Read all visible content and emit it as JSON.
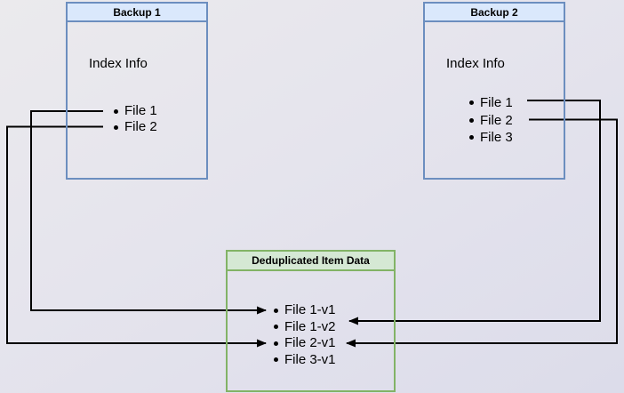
{
  "backup1": {
    "title": "Backup 1",
    "section_label": "Index Info",
    "items": [
      "File 1",
      "File 2"
    ]
  },
  "backup2": {
    "title": "Backup 2",
    "section_label": "Index Info",
    "items": [
      "File 1",
      "File 2",
      "File 3"
    ]
  },
  "dedup": {
    "title": "Deduplicated Item Data",
    "items": [
      "File 1-v1",
      "File 1-v2",
      "File 2-v1",
      "File 3-v1"
    ]
  },
  "connections": [
    {
      "from": "Backup 1 / File 1",
      "to": "Deduplicated Item Data / File 1-v1"
    },
    {
      "from": "Backup 1 / File 2",
      "to": "Deduplicated Item Data / File 2-v1"
    },
    {
      "from": "Backup 2 / File 1",
      "to": "Deduplicated Item Data / File 1-v2"
    },
    {
      "from": "Backup 2 / File 2",
      "to": "Deduplicated Item Data / File 2-v1"
    }
  ],
  "colors": {
    "backup_header_fill": "#dae8fc",
    "backup_border": "#6c8ebf",
    "dedup_header_fill": "#d5e8d4",
    "dedup_border": "#82b366",
    "arrow_color": "#000000",
    "bg_top": "#ebeaed",
    "bg_mid": "#e5e4ed",
    "bg_bottom": "#dcdcea"
  }
}
